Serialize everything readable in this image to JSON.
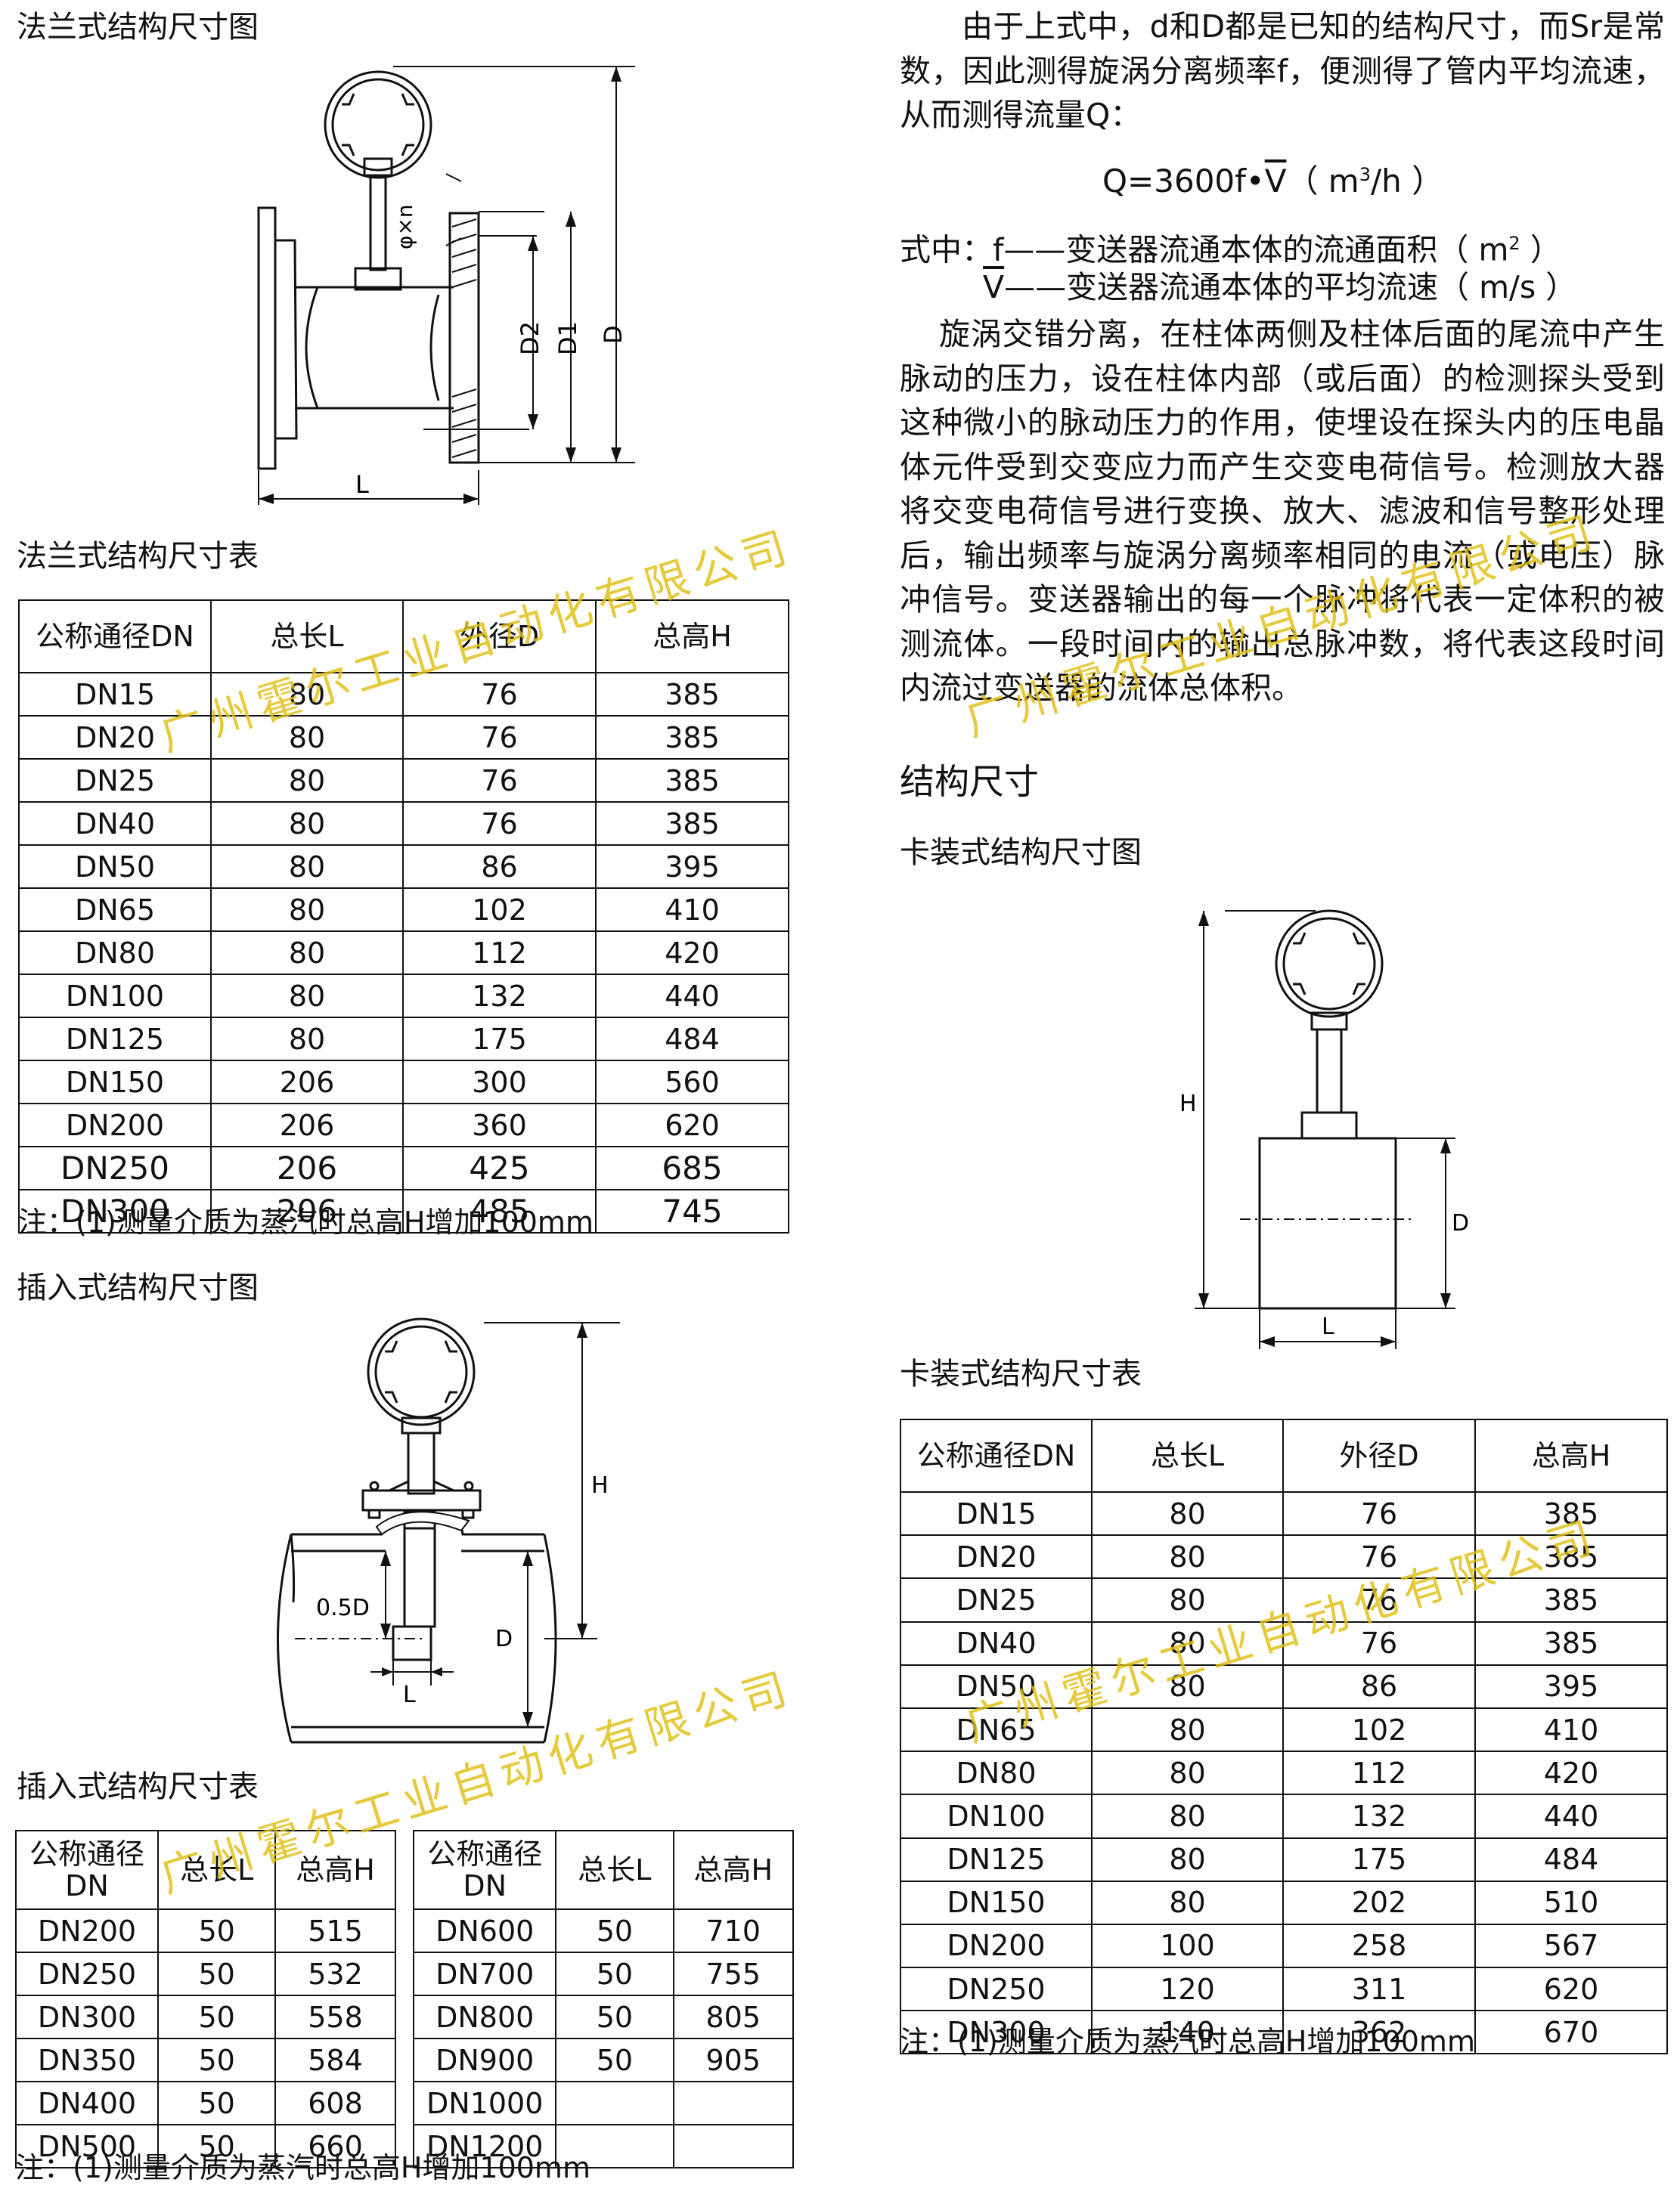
{
  "flange": {
    "fig_title": "法兰式结构尺寸图",
    "table_title": "法兰式结构尺寸表",
    "headers": [
      "公称通径DN",
      "总长L",
      "外径D",
      "总高H"
    ],
    "rows": [
      [
        "DN15",
        "80",
        "76",
        "385"
      ],
      [
        "DN20",
        "80",
        "76",
        "385"
      ],
      [
        "DN25",
        "80",
        "76",
        "385"
      ],
      [
        "DN40",
        "80",
        "76",
        "385"
      ],
      [
        "DN50",
        "80",
        "86",
        "395"
      ],
      [
        "DN65",
        "80",
        "102",
        "410"
      ],
      [
        "DN80",
        "80",
        "112",
        "420"
      ],
      [
        "DN100",
        "80",
        "132",
        "440"
      ],
      [
        "DN125",
        "80",
        "175",
        "484"
      ],
      [
        "DN150",
        "206",
        "300",
        "560"
      ],
      [
        "DN200",
        "206",
        "360",
        "620"
      ],
      [
        "DN250",
        "206",
        "425",
        "685"
      ],
      [
        "DN300",
        "206",
        "485",
        "745"
      ]
    ],
    "note": "注：(1)测量介质为蒸汽时总高H增加100mm",
    "labels": {
      "n": "φ×n",
      "d2": "D2",
      "d1": "D1",
      "d": "D",
      "l": "L"
    }
  },
  "insertion": {
    "fig_title": "插入式结构尺寸图",
    "table_title": "插入式结构尺寸表",
    "headers": [
      "公称通径DN",
      "总长L",
      "总高H"
    ],
    "rows_left": [
      [
        "DN200",
        "50",
        "515"
      ],
      [
        "DN250",
        "50",
        "532"
      ],
      [
        "DN300",
        "50",
        "558"
      ],
      [
        "DN350",
        "50",
        "584"
      ],
      [
        "DN400",
        "50",
        "608"
      ],
      [
        "DN500",
        "50",
        "660"
      ]
    ],
    "rows_right": [
      [
        "DN600",
        "50",
        "710"
      ],
      [
        "DN700",
        "50",
        "755"
      ],
      [
        "DN800",
        "50",
        "805"
      ],
      [
        "DN900",
        "50",
        "905"
      ],
      [
        "DN1000",
        "",
        ""
      ],
      [
        "DN1200",
        "",
        ""
      ]
    ],
    "note": "注：(1)测量介质为蒸汽时总高H增加100mm",
    "labels": {
      "h": "H",
      "half_d": "0.5D",
      "d": "D",
      "l": "L"
    }
  },
  "text": {
    "p1": "由于上式中，d和D都是已知的结构尺寸，而Sr是常数，因此测得旋涡分离频率f，便测得了管内平均流速，从而测得流量Q：",
    "formula_left": "Q=3600f•",
    "formula_v": "V",
    "formula_mid": "（ m",
    "formula_sup": "3",
    "formula_right": "/h ）",
    "def1_prefix": "式中：f——变送器流通本体的流通面积（ m",
    "def1_sup": "2",
    "def1_suffix": " ）",
    "def2_v": "V",
    "def2_rest": "——变送器流通本体的平均流速（ m/s ）",
    "p2": "旋涡交错分离，在柱体两侧及柱体后面的尾流中产生脉动的压力，设在柱体内部（或后面）的检测探头受到这种微小的脉动压力的作用，使埋设在探头内的压电晶体元件受到交变应力而产生交变电荷信号。检测放大器将交变电荷信号进行变换、放大、滤波和信号整形处理后，输出频率与旋涡分离频率相同的电流（或电压）脉冲信号。变送器输出的每一个脉冲将代表一定体积的被测流体。一段时间内的输出总脉冲数，将代表这段时间内流过变送器的流体总体积。"
  },
  "wafer": {
    "section_title": "结构尺寸",
    "fig_title": "卡装式结构尺寸图",
    "table_title": "卡装式结构尺寸表",
    "headers": [
      "公称通径DN",
      "总长L",
      "外径D",
      "总高H"
    ],
    "rows": [
      [
        "DN15",
        "80",
        "76",
        "385"
      ],
      [
        "DN20",
        "80",
        "76",
        "385"
      ],
      [
        "DN25",
        "80",
        "76",
        "385"
      ],
      [
        "DN40",
        "80",
        "76",
        "385"
      ],
      [
        "DN50",
        "80",
        "86",
        "395"
      ],
      [
        "DN65",
        "80",
        "102",
        "410"
      ],
      [
        "DN80",
        "80",
        "112",
        "420"
      ],
      [
        "DN100",
        "80",
        "132",
        "440"
      ],
      [
        "DN125",
        "80",
        "175",
        "484"
      ],
      [
        "DN150",
        "80",
        "202",
        "510"
      ],
      [
        "DN200",
        "100",
        "258",
        "567"
      ],
      [
        "DN250",
        "120",
        "311",
        "620"
      ],
      [
        "DN300",
        "140",
        "362",
        "670"
      ]
    ],
    "note": "注：(1)测量介质为蒸汽时总高H增加100mm",
    "labels": {
      "h": "H",
      "d": "D",
      "l": "L"
    }
  },
  "watermark": "广州霍尔工业自动化有限公司",
  "colors": {
    "watermark": "#e1be14",
    "ink": "#111111"
  }
}
